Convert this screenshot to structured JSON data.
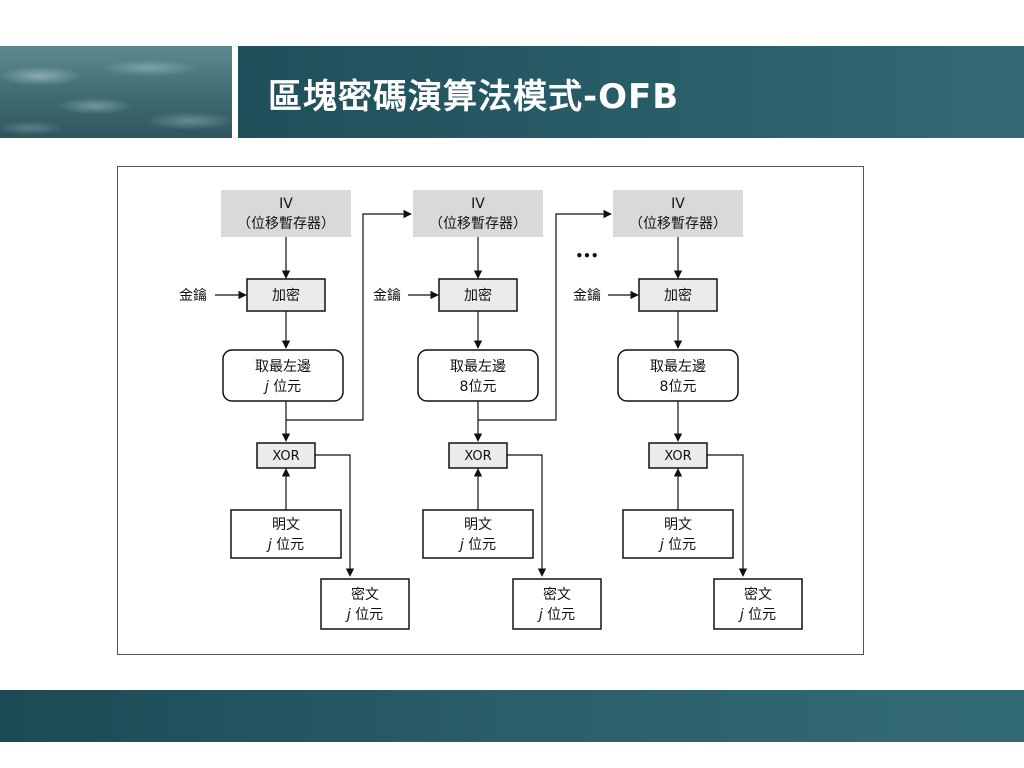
{
  "slide": {
    "title": "區塊密碼演算法模式-OFB"
  },
  "diagram": {
    "ellipsis": "•••",
    "stages": [
      {
        "iv_line1": "IV",
        "iv_line2": "（位移暫存器）",
        "key_label": "金鑰",
        "encrypt_label": "加密",
        "select_line1": "取最左邊",
        "select_line2_italic": "j",
        "select_line2_rest": " 位元",
        "xor_label": "XOR",
        "plain_line1": "明文",
        "plain_line2_italic": "j",
        "plain_line2_rest": " 位元",
        "cipher_line1": "密文",
        "cipher_line2_italic": "j",
        "cipher_line2_rest": " 位元"
      },
      {
        "iv_line1": "IV",
        "iv_line2": "（位移暫存器）",
        "key_label": "金鑰",
        "encrypt_label": "加密",
        "select_line1": "取最左邊",
        "select_line2_italic": "",
        "select_line2_rest": "8位元",
        "xor_label": "XOR",
        "plain_line1": "明文",
        "plain_line2_italic": "j",
        "plain_line2_rest": " 位元",
        "cipher_line1": "密文",
        "cipher_line2_italic": "j",
        "cipher_line2_rest": " 位元"
      },
      {
        "iv_line1": "IV",
        "iv_line2": "（位移暫存器）",
        "key_label": "金鑰",
        "encrypt_label": "加密",
        "select_line1": "取最左邊",
        "select_line2_italic": "",
        "select_line2_rest": "8位元",
        "xor_label": "XOR",
        "plain_line1": "明文",
        "plain_line2_italic": "j",
        "plain_line2_rest": " 位元",
        "cipher_line1": "密文",
        "cipher_line2_italic": "j",
        "cipher_line2_rest": " 位元"
      }
    ]
  }
}
